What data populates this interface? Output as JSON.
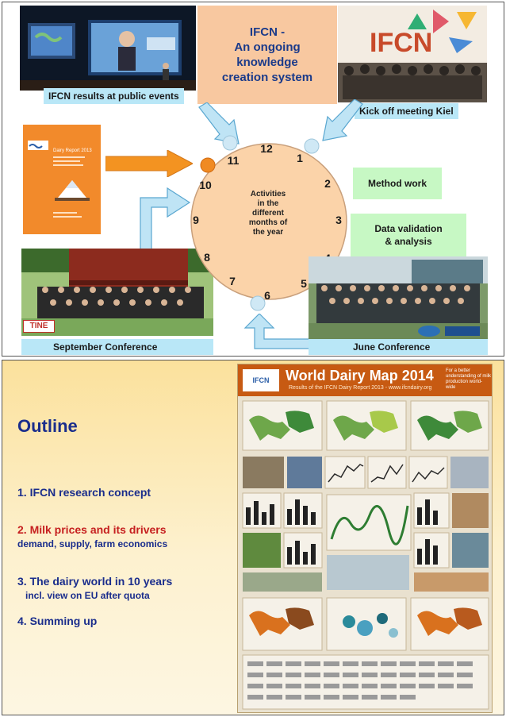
{
  "slide1": {
    "center_box": {
      "line1": "IFCN -",
      "line2": "An ongoing",
      "line3": "knowledge",
      "line4": "creation system"
    },
    "labels": {
      "public_events": "IFCN results at public events",
      "kick_off": "Kick off meeting Kiel",
      "september": "September Conference",
      "june": "June Conference"
    },
    "method_work": "Method work",
    "data_validation": {
      "line1": "Data validation",
      "line2": "& analysis"
    },
    "clock_center": {
      "line1": "Activities",
      "line2": "in the",
      "line3": "different",
      "line4": "months of",
      "line5": "the year"
    },
    "months": [
      "12",
      "1",
      "2",
      "3",
      "4",
      "5",
      "6",
      "7",
      "8",
      "9",
      "10",
      "11"
    ],
    "banner_text": "IFCN",
    "tine_logo": "TINE",
    "dairy_report_title": "Dairy Report 2013",
    "colors": {
      "orange_box": "#f8c8a0",
      "label_blue": "#b9e7f7",
      "green_box": "#c7f8c4",
      "clock_fill": "#fbd3a9",
      "arrow_blue": "#bfe4f5",
      "arrow_orange": "#f39321"
    }
  },
  "slide2": {
    "title": "Outline",
    "items": {
      "i1": "1. IFCN research concept",
      "i2": "2. Milk prices and its drivers",
      "i2_sub": "demand, supply, farm economics",
      "i3": "3. The dairy world in 10 years",
      "i3_sub": "incl. view on EU after quota",
      "i4": "4. Summing up"
    },
    "poster": {
      "title": "World Dairy Map 2014",
      "subtitle": "Results of the IFCN Dairy Report 2013 - www.ifcndairy.org",
      "tagline": "For a better understanding of milk production world-wide",
      "logo": "IFCN"
    },
    "colors": {
      "title_blue": "#1a2d8c",
      "highlight_red": "#c62020",
      "poster_orange": "#c75a12"
    }
  }
}
